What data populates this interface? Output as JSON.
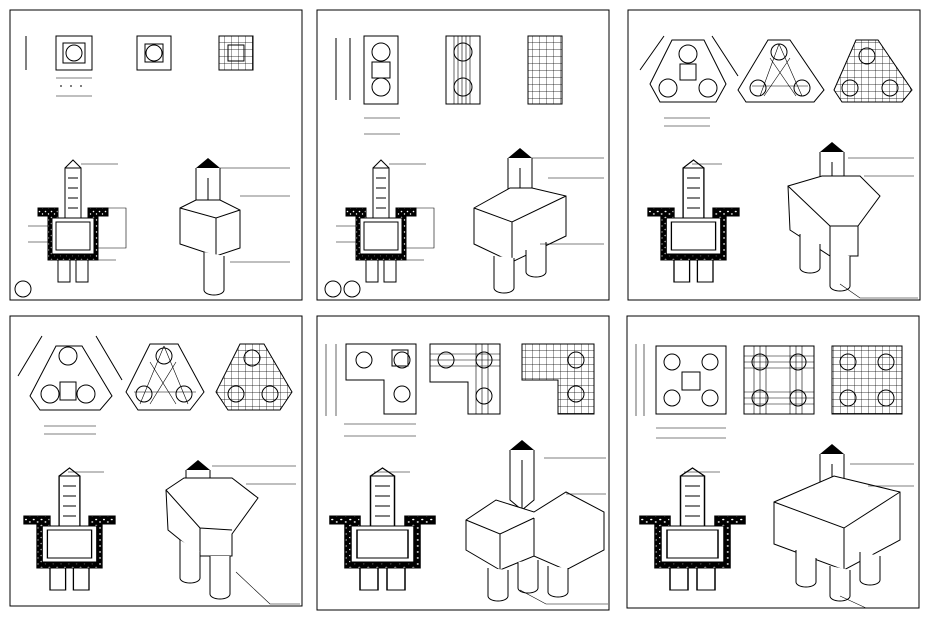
{
  "sheet": {
    "panels": [
      {
        "id": "single-pile",
        "pile_marks": 1,
        "pile_count": 1,
        "cap_shape": "square"
      },
      {
        "id": "two-pile",
        "pile_marks": 2,
        "pile_count": 2,
        "cap_shape": "rectangle"
      },
      {
        "id": "three-pile-a",
        "pile_marks": 0,
        "pile_count": 3,
        "cap_shape": "triangle"
      },
      {
        "id": "three-pile-b",
        "pile_marks": 0,
        "pile_count": 3,
        "cap_shape": "triangle"
      },
      {
        "id": "l-shape",
        "pile_marks": 0,
        "pile_count": 3,
        "cap_shape": "l-shape"
      },
      {
        "id": "four-pile",
        "pile_marks": 0,
        "pile_count": 4,
        "cap_shape": "square"
      }
    ],
    "colors": {
      "line": "#000000",
      "background": "#ffffff",
      "column_top": "#000000"
    }
  }
}
